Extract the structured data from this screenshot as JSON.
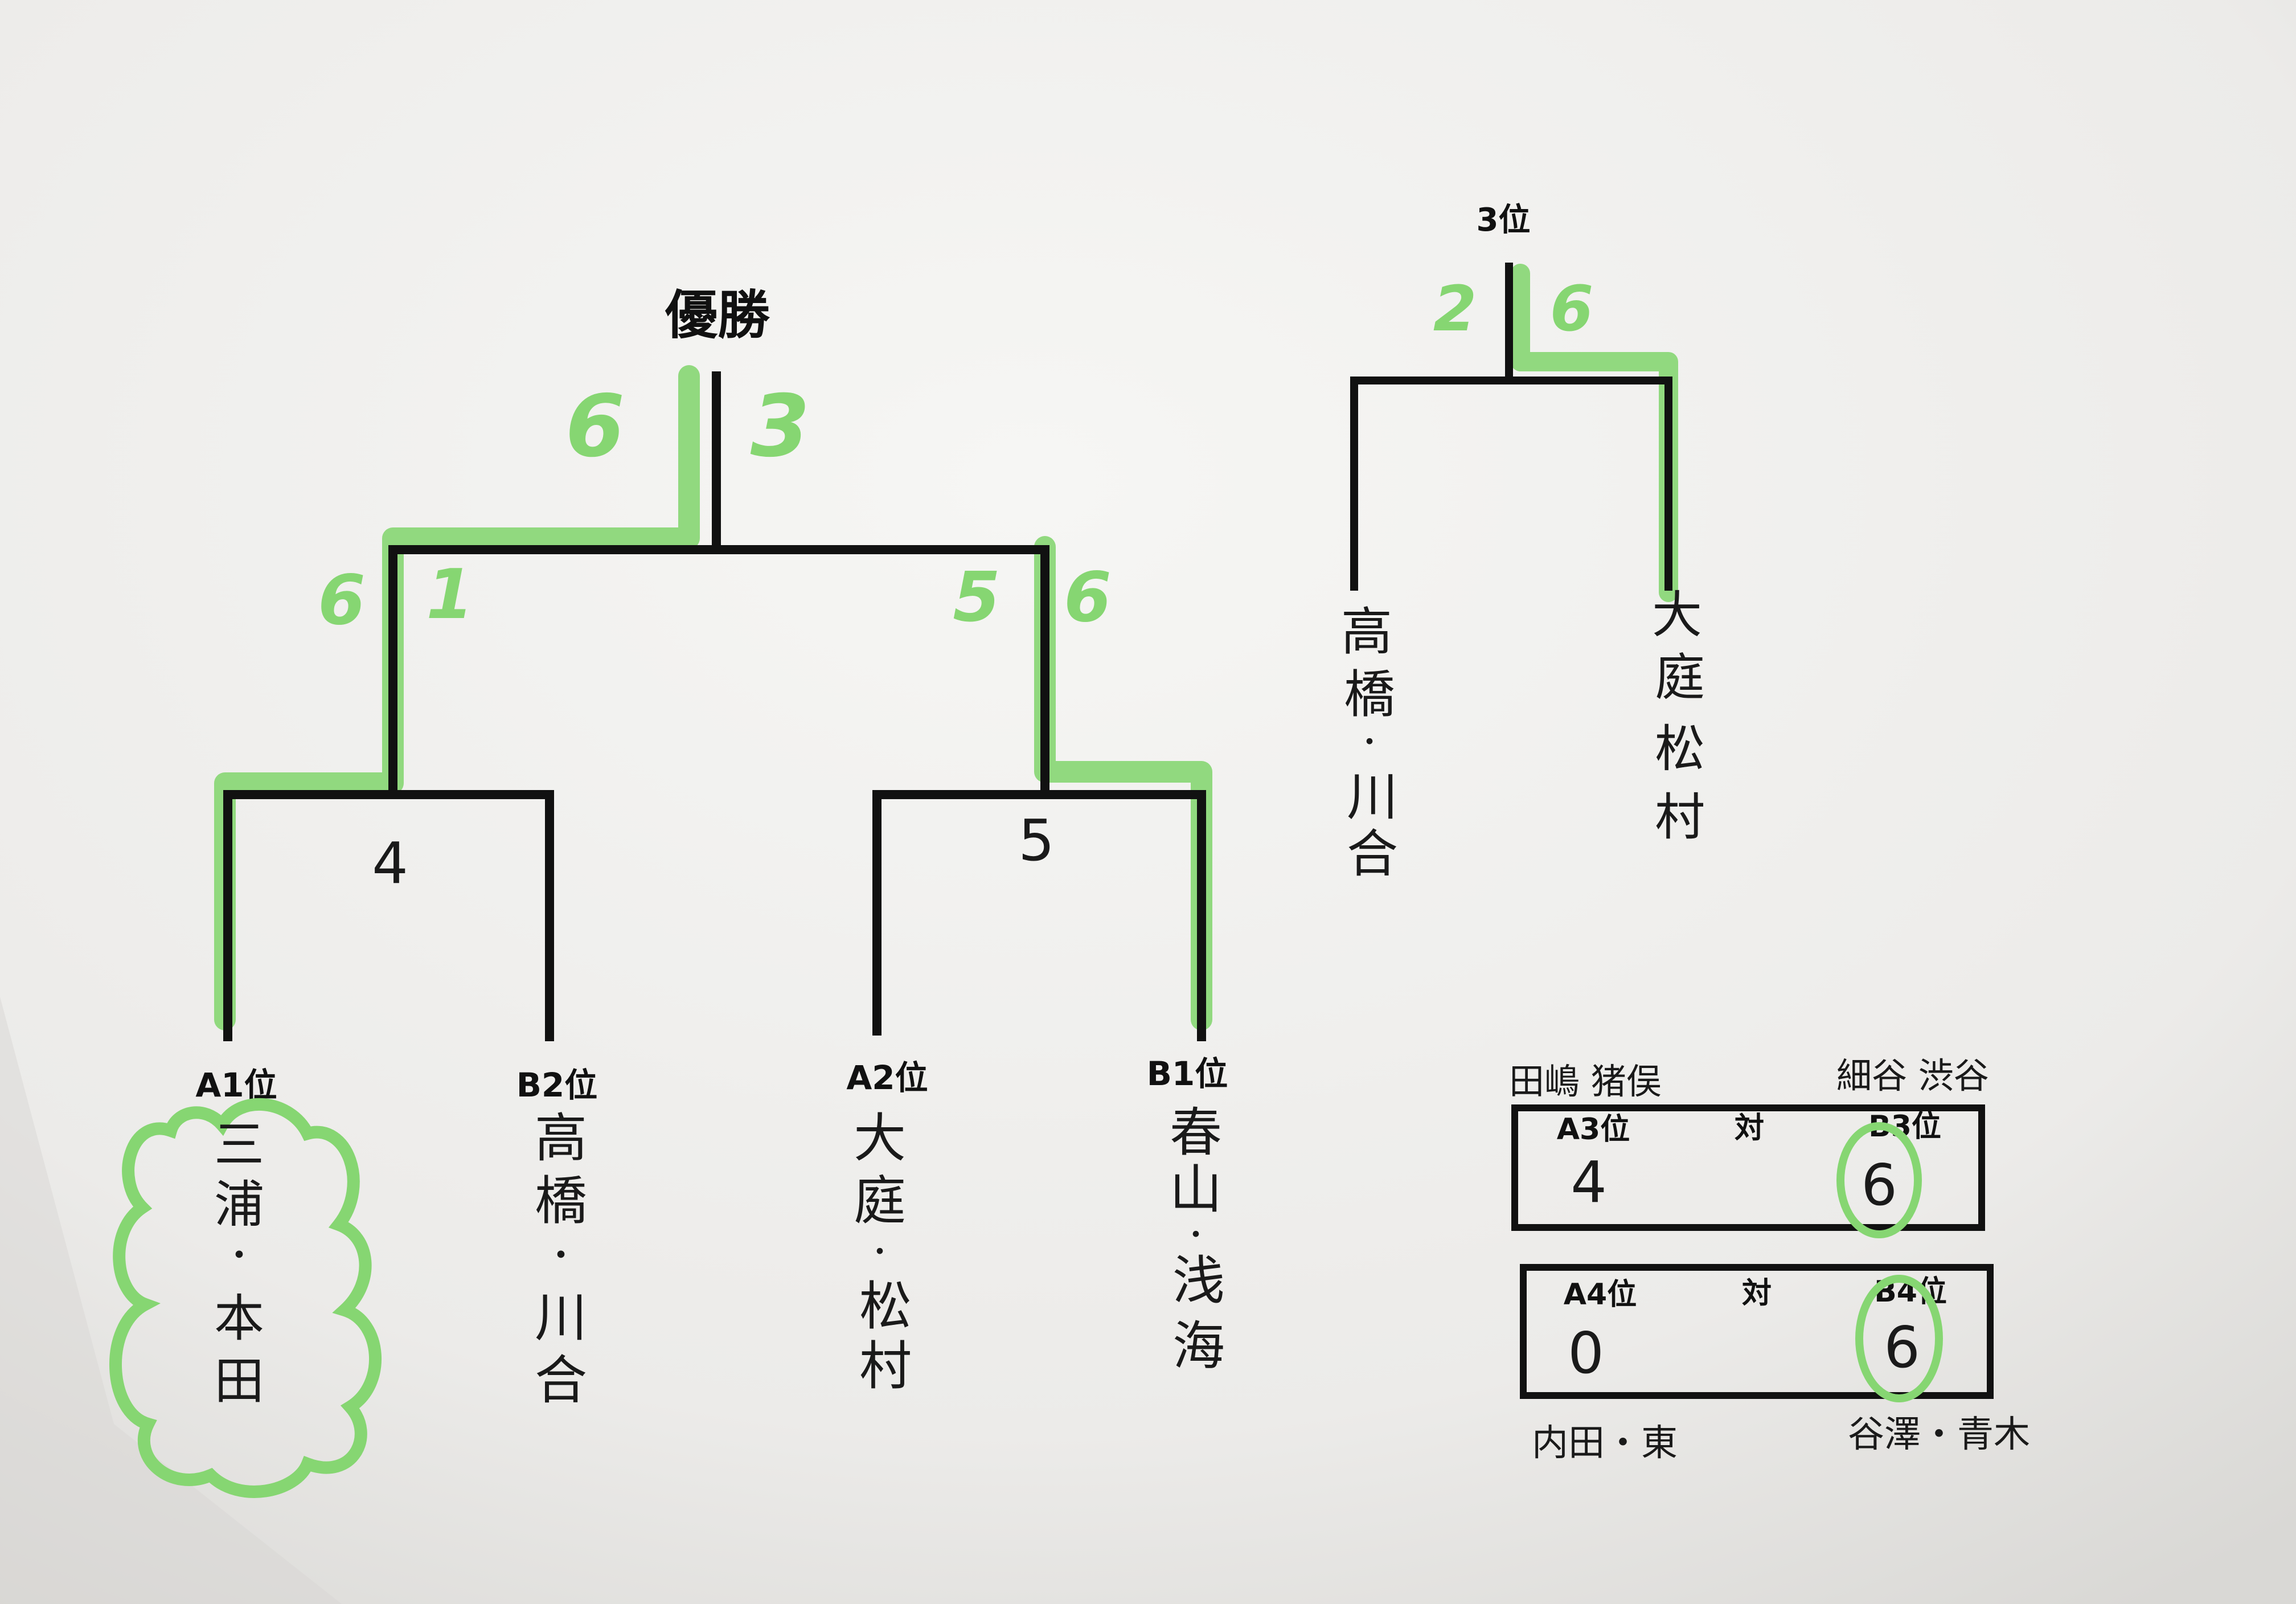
{
  "colors": {
    "paper": "#efefed",
    "ink": "#111111",
    "highlighter": "#86d672"
  },
  "main_bracket": {
    "title": "優勝",
    "final_scores": {
      "left": "6",
      "right": "3"
    },
    "semi_left_scores": {
      "left": "6",
      "right": "1"
    },
    "semi_right_scores": {
      "left": "5",
      "right": "6"
    },
    "match_left_number": "4",
    "match_right_number": "5",
    "slots": [
      {
        "seed": "A1位",
        "team": [
          "三",
          "浦",
          "・",
          "本",
          "田"
        ]
      },
      {
        "seed": "B2位",
        "team": [
          "高",
          "橋",
          "・",
          "川",
          "合"
        ]
      },
      {
        "seed": "A2位",
        "team": [
          "大",
          "庭",
          "・",
          "松",
          "村"
        ]
      },
      {
        "seed": "B1位",
        "team": [
          "春",
          "山",
          "・",
          "浅",
          "海"
        ]
      }
    ]
  },
  "third_place": {
    "title": "3位",
    "scores": {
      "left": "2",
      "right": "6"
    },
    "left_team": [
      "高",
      "橋",
      "・",
      "川",
      "合"
    ],
    "right_team": [
      "大",
      "庭",
      "松",
      "村"
    ]
  },
  "consolation": [
    {
      "top_left_names": "田嶋 猪俣",
      "top_right_names": "細谷 渋谷",
      "left_seed": "A3位",
      "vs": "対",
      "right_seed": "B3位",
      "left_score": "4",
      "right_score": "6"
    },
    {
      "bottom_left_names": "内田・東",
      "bottom_right_names": "谷澤・青木",
      "left_seed": "A4位",
      "vs": "対",
      "right_seed": "B4位",
      "left_score": "0",
      "right_score": "6"
    }
  ]
}
